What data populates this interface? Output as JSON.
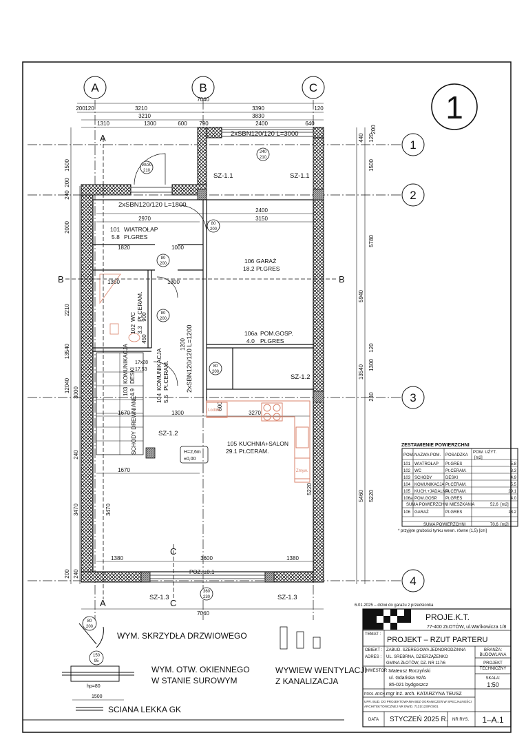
{
  "sheet_number": "1",
  "grid": {
    "cols": [
      "A",
      "B",
      "C"
    ],
    "rows": [
      "1",
      "2",
      "3",
      "4"
    ]
  },
  "sections": {
    "a": "A",
    "b": "B",
    "c": "C"
  },
  "dims": {
    "overall": "7040",
    "top_row1": [
      "200",
      "120",
      "3210",
      "3390",
      "120"
    ],
    "top_row2": [
      "3210",
      "3830"
    ],
    "top_row3": [
      "1310",
      "1300",
      "600",
      "790",
      "2400",
      "640"
    ],
    "interior": [
      "2970",
      "3150",
      "2400",
      "1820",
      "1000",
      "1670",
      "1300",
      "3270",
      "1670",
      "1380",
      "3600",
      "1380",
      "1350",
      "1300",
      "900",
      "450",
      "1200",
      "600",
      "5220",
      "3470"
    ],
    "left": [
      "1500",
      "200",
      "240",
      "2000",
      "2210",
      "13540",
      "12040",
      "3000",
      "240",
      "3470",
      "200",
      "240"
    ],
    "right": [
      "1500",
      "5780",
      "5940",
      "120",
      "1300",
      "13540",
      "240",
      "5220",
      "5460",
      "440",
      "120",
      "200"
    ],
    "bottom": "7040"
  },
  "lintels": {
    "top": "2xSBN120/120  L=3000",
    "vestibule": "2xSBN120/120  L=1800",
    "corridor": "2xSBN120/120  L=1200"
  },
  "columns": {
    "sz11": "SZ-1.1",
    "sz12": "SZ-1.2",
    "sz13": "SZ-1.3"
  },
  "openings": {
    "garage_door": [
      "240",
      "210"
    ],
    "entry": [
      "90/30",
      "210"
    ],
    "door_80": [
      "80",
      "200"
    ],
    "window_bottom": [
      "360",
      "230"
    ]
  },
  "rooms": [
    {
      "no": "101",
      "name": "WIATROŁAP",
      "area": "5.8",
      "floor": "Pt.GRES"
    },
    {
      "no": "102",
      "name": "WC",
      "area": "3.3",
      "floor": "Pt.CERAM."
    },
    {
      "no": "103",
      "name": "KOMUNIKACJA",
      "area": "4.9",
      "floor": "DESKI"
    },
    {
      "no": "104",
      "name": "KOMUNIKACJA",
      "area": "5.5",
      "floor": "Pt.CERAM."
    },
    {
      "no": "105",
      "name": "KUCHNIA+SALON",
      "area": "29.1",
      "floor": "Pt.CERAM."
    },
    {
      "no": "106",
      "name": "GARAŻ",
      "area": "18.2",
      "floor": "Pt.GRES"
    },
    {
      "no": "106a",
      "name": "POM.GOSP.",
      "area": "4.0",
      "floor": "Pt.GRES"
    }
  ],
  "stairs": {
    "label": "SCHODY DREWNIANE",
    "steps": "17x28",
    "rise": "17,53"
  },
  "kitchen": {
    "fridge": "Lodów.",
    "sink": "Zmyw."
  },
  "level_box": {
    "height": "H=2,6m",
    "level": "±0,00"
  },
  "poz": "POZ. ±0.1",
  "legend": {
    "door_leaf": "WYM. SKRZYDŁA DRZWIOWEGO",
    "door_dims": [
      "80",
      "200"
    ],
    "window_line1": "WYM. OTW. OKIENNEGO",
    "window_line2": "W STANIE SUROWYM",
    "window_dims": [
      "150",
      "95"
    ],
    "window_hp": "hp=80",
    "window_width": "1500",
    "vent_line1": "WYWIEW WENTYLACJI",
    "vent_line2": "Z KANALIZACJA",
    "light_wall": "SCIANA LEKKA GK"
  },
  "area_table": {
    "title": "ZESTAWIENIE POWIERZCHNI",
    "headers": [
      "POM.",
      "NAZWA POM.",
      "POSADZKA",
      "POW. UŻYT.",
      "[m2]"
    ],
    "rows": [
      [
        "101",
        "WIATROŁAP",
        "Pt.GRES",
        "5.8"
      ],
      [
        "102",
        "WC",
        "Pt.CERAM.",
        "3.3"
      ],
      [
        "103",
        "SCHODY",
        "DESKI",
        "4.9"
      ],
      [
        "104",
        "KOMUNIKACJA",
        "Pt.CERAM.",
        "5.5"
      ],
      [
        "105",
        "KUCH.+JADALNIA",
        "Pt.CERAM.",
        "29.1"
      ],
      [
        "106a",
        "POM.GOSP.",
        "Pt.GRES",
        "4.0"
      ]
    ],
    "sum_living_label": "SUMA POWIERZCHNI MIESZKANIA",
    "sum_living": "52,6",
    "garage_row": [
      "106",
      "GARAŻ",
      "Pt.GRES",
      "18.2"
    ],
    "sum_total_label": "SUMA POWIERZCHNI",
    "sum_total": "70,6",
    "unit": "[m2]",
    "note": "* przyjęte grubości tynku wewn. równe (1,5) [cm]"
  },
  "title_block": {
    "revision": "6.01.2025 – drzwi do garażu z przedsionka",
    "company": "PROJE.K.T.",
    "address": "77-400 ZŁOTÓW, ul.Wańkowicza 1/8",
    "topic_label": "TEMAT :",
    "topic": "PROJEKT – RZUT PARTERU",
    "object_label": "OBIEKT :",
    "address_label": "ADRES :",
    "object_lines": [
      "ZABUD. SZEREGOWA JEDNORODZINNA",
      "UL. SREBRNA, DZIERZĄŻENKO",
      "GMINA ZŁOTÓW, DZ. NR 117/6"
    ],
    "branch_label": "BRANŻA:",
    "branch": "BUDOWLANA",
    "project_type": [
      "PROJEKT",
      "TECHNICZNY"
    ],
    "investor_label": "INWESTOR :",
    "investor_lines": [
      "Mateusz Roczyński",
      "ul. Gdańska 92/A",
      "85-021 bydgoszcz"
    ],
    "scale_label": "SKALA:",
    "scale": "1:50",
    "architect_label": "PROJ. ARCH.:",
    "architect": "mgr inż. arch. KATARZYNA TEUSZ",
    "license_lines": [
      "UPR. BUD. DO PROJEKTOWANIA BEZ OGRANICZEŃ W SPECJALNOŚCI",
      "ARCHITEKTONICZNEJ NR EWID. 7131/123/P/2001"
    ],
    "date_label": "DATA",
    "date": "STYCZEŃ 2025 R.",
    "drawing_no_label": "NR RYS.",
    "drawing_no": "1–A.1"
  },
  "colors": {
    "kitchen": "#d9826a",
    "line": "#111111"
  }
}
